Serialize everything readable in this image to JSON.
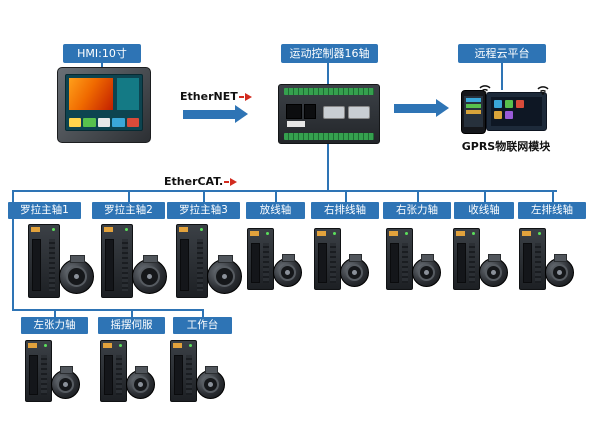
{
  "top": {
    "hmi_label": "HMI:10寸",
    "ethernet_label": "EtherNET",
    "controller_label": "运动控制器16轴",
    "cloud_label": "远程云平台",
    "gprs_label": "GPRS物联网模块"
  },
  "bus": {
    "ethercat_label": "EtherCAT."
  },
  "row1": [
    {
      "label": "罗拉主轴1"
    },
    {
      "label": "罗拉主轴2"
    },
    {
      "label": "罗拉主轴3"
    },
    {
      "label": "放线轴"
    },
    {
      "label": "右排线轴"
    },
    {
      "label": "右张力轴"
    },
    {
      "label": "收线轴"
    },
    {
      "label": "左排线轴"
    }
  ],
  "row2": [
    {
      "label": "左张力轴"
    },
    {
      "label": "摇摆伺服"
    },
    {
      "label": "工作台"
    }
  ],
  "colors": {
    "accent_blue": "#2E74B5",
    "logo_red": "#D22B1F"
  }
}
